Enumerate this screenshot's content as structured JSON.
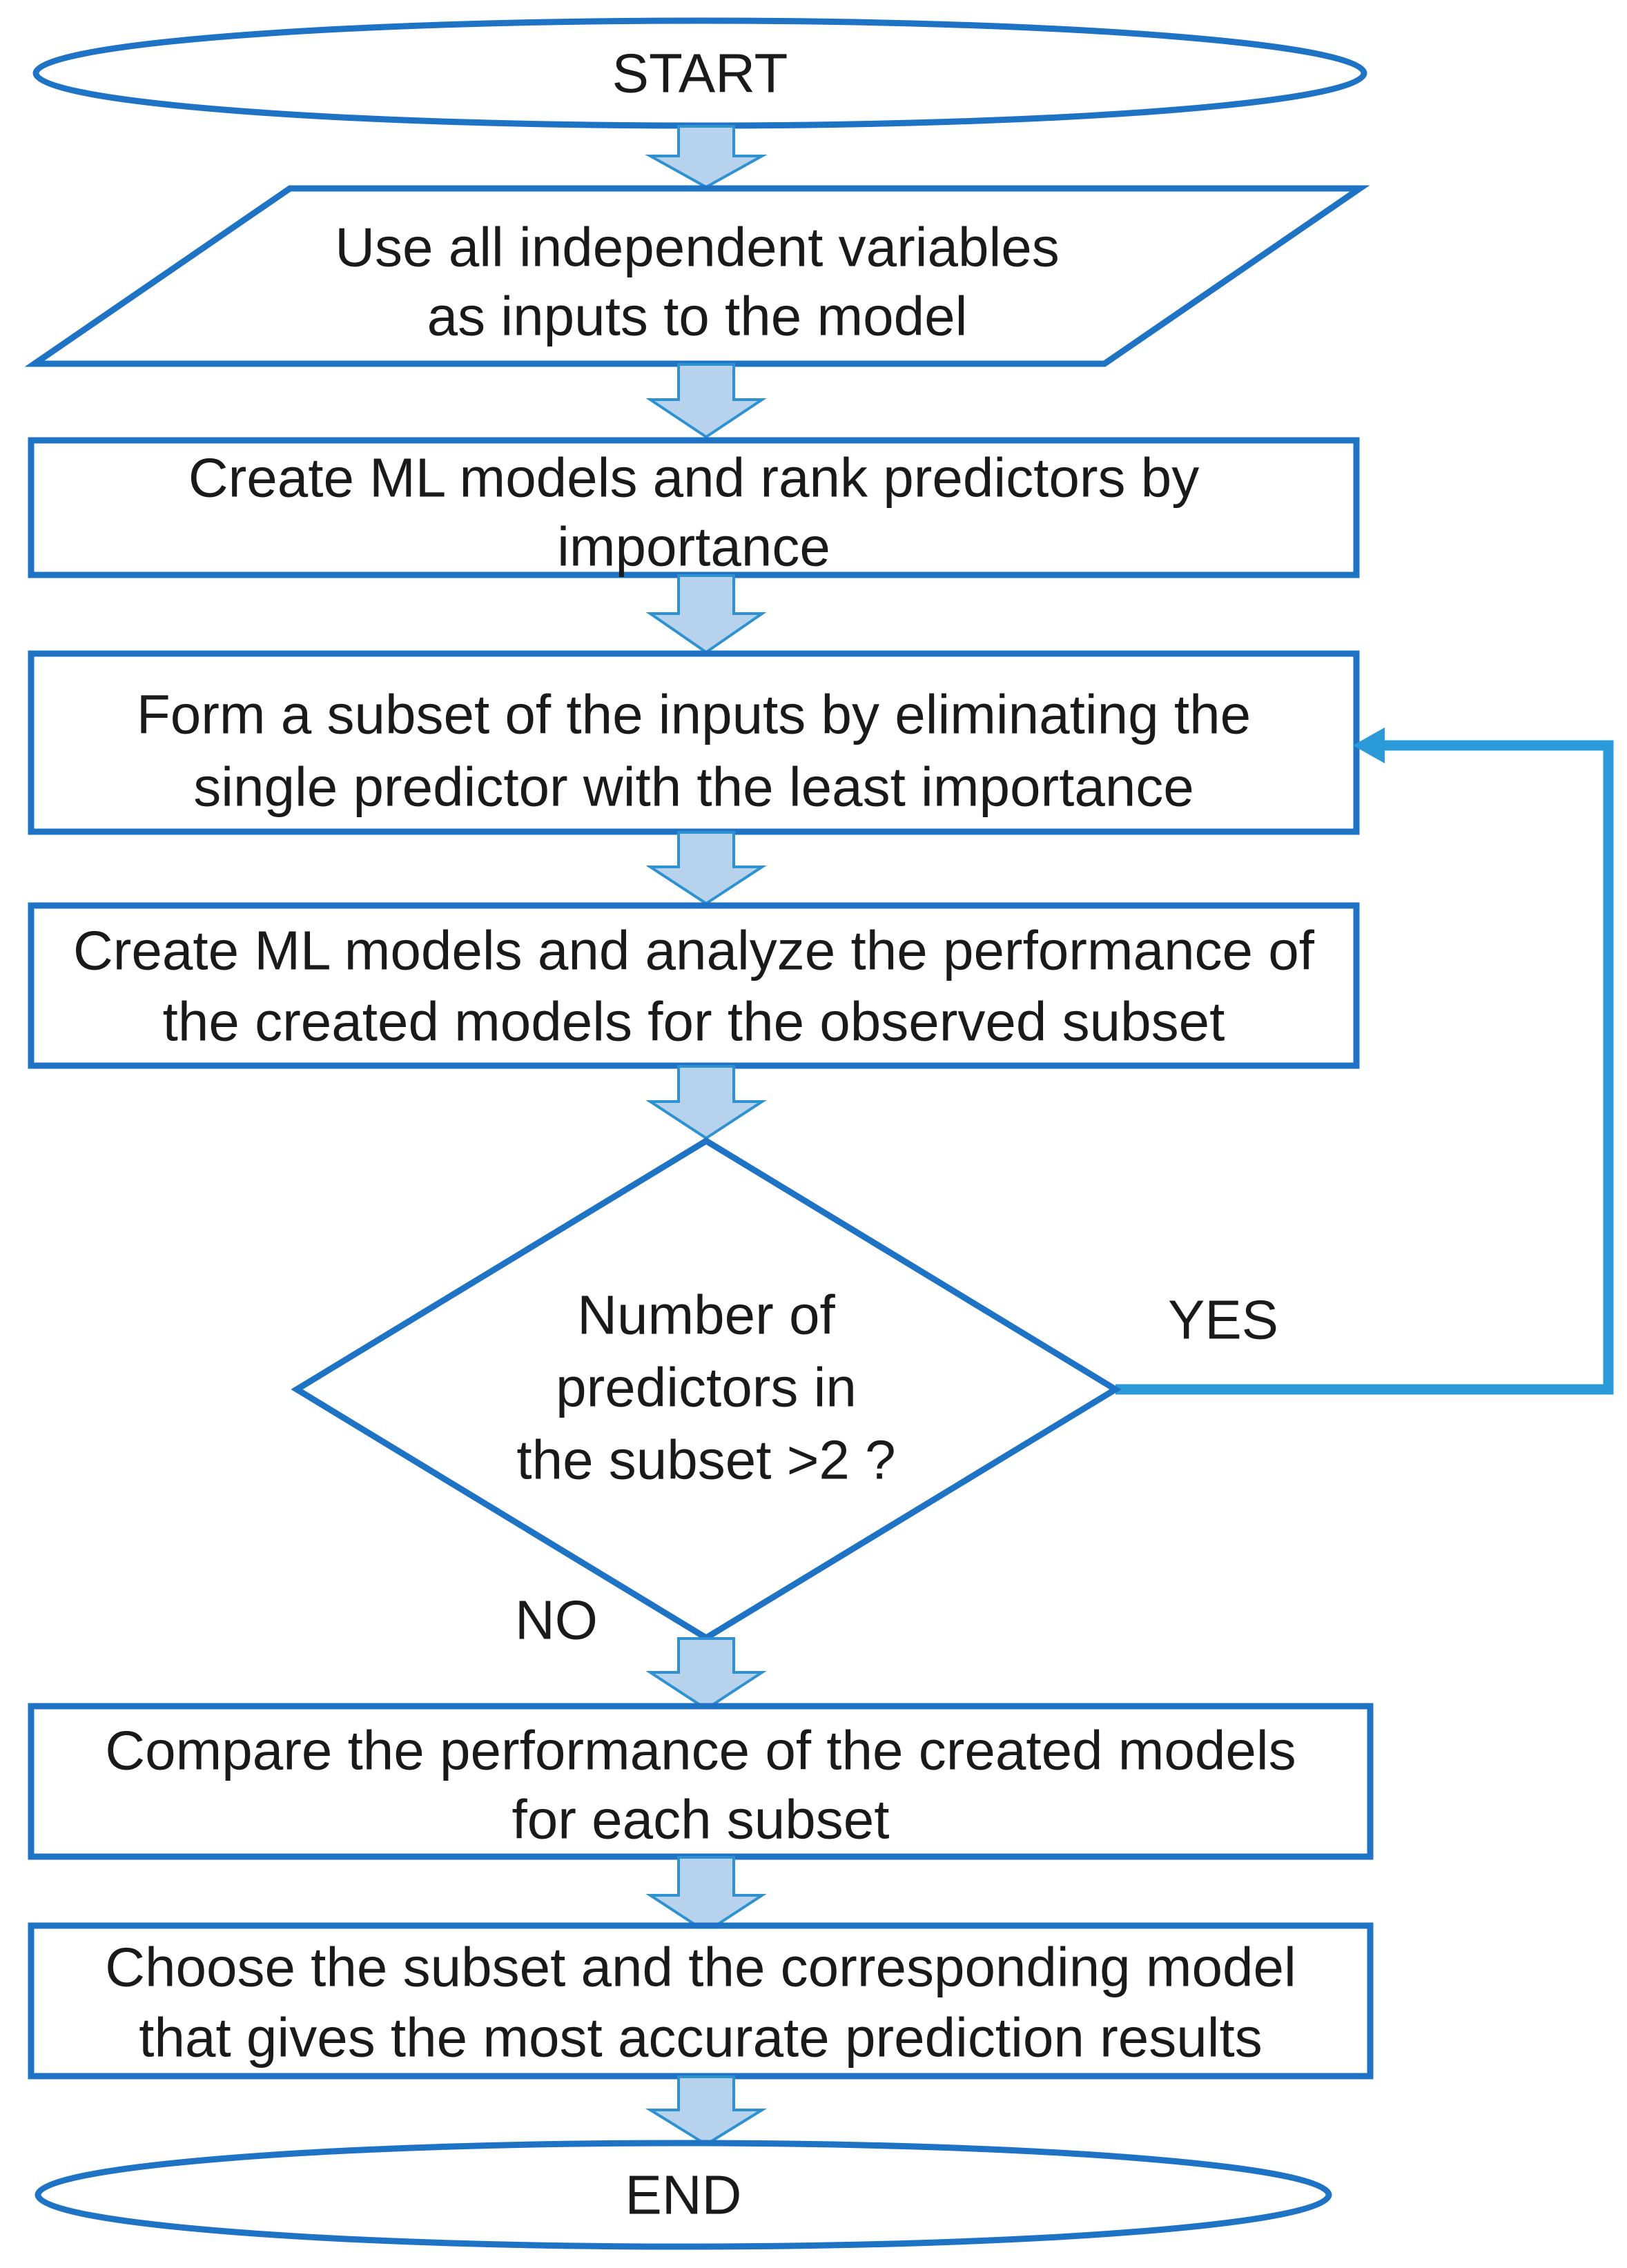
{
  "colors": {
    "outline": "#1E73C4",
    "loop": "#2B9AD9",
    "arrow_fill": "#B7D2ED",
    "arrow_stroke": "#2E92D2",
    "text": "#1A1A1A",
    "background": "#FFFFFF"
  },
  "flowchart": {
    "start": {
      "label": "START"
    },
    "input": {
      "lines": [
        "Use all independent variables",
        "as inputs to the model"
      ]
    },
    "rank_predictors": {
      "lines": [
        "Create ML models and rank predictors by",
        "importance"
      ]
    },
    "form_subset": {
      "lines": [
        "Form a subset of the inputs by eliminating the",
        "single predictor with the least importance"
      ]
    },
    "analyze_models": {
      "lines": [
        "Create ML models and analyze the performance of",
        "the created models for the observed subset"
      ]
    },
    "decision": {
      "lines": [
        "Number of",
        "predictors in",
        "the subset >2 ?"
      ],
      "yes_label": "YES",
      "no_label": "NO"
    },
    "compare": {
      "lines": [
        "Compare the performance of the created models",
        "for each subset"
      ]
    },
    "choose": {
      "lines": [
        "Choose the subset and the corresponding model",
        "that gives the most accurate prediction results"
      ]
    },
    "end": {
      "label": "END"
    }
  }
}
